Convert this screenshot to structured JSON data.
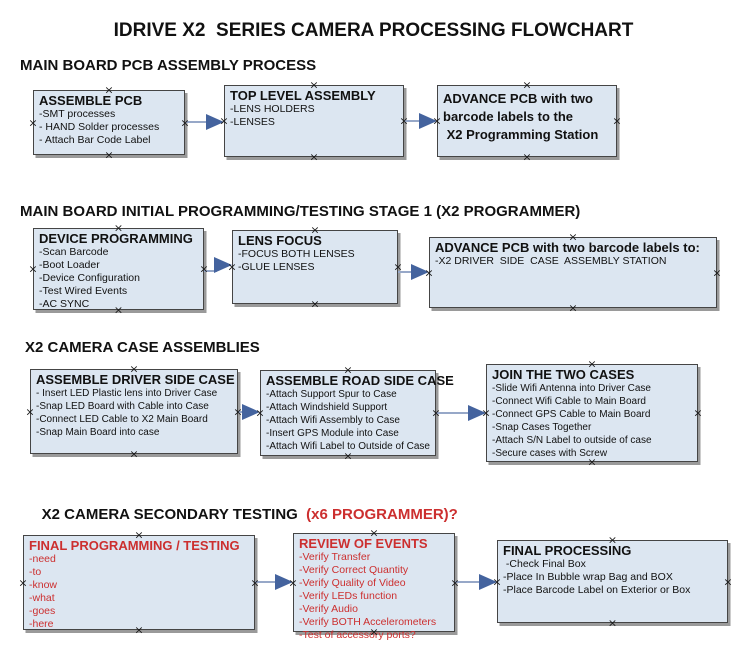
{
  "title": "IDRIVE X2  SERIES CAMERA PROCESSING FLOWCHART",
  "colors": {
    "box_fill": "#dce6f1",
    "box_border": "#454545",
    "box_shadow": "#9a9a9a",
    "red_text": "#cc2f2f",
    "connector_line": "#97a8c8",
    "connector_arrowhead": "#44639e"
  },
  "sections": [
    {
      "heading": "MAIN BOARD PCB ASSEMBLY PROCESS",
      "boxes": [
        {
          "title": "ASSEMBLE PCB",
          "items": [
            "-SMT processes",
            "- HAND Solder processes",
            "- Attach Bar Code Label"
          ]
        },
        {
          "title": "TOP LEVEL ASSEMBLY",
          "items": [
            "-LENS HOLDERS",
            "-LENSES"
          ]
        },
        {
          "title": "ADVANCE PCB with two",
          "items": [
            "barcode labels to the",
            " X2 Programming Station"
          ]
        }
      ]
    },
    {
      "heading": "MAIN BOARD INITIAL PROGRAMMING/TESTING STAGE 1 (X2 PROGRAMMER)",
      "boxes": [
        {
          "title": "DEVICE PROGRAMMING",
          "items": [
            "-Scan Barcode",
            "-Boot Loader",
            "-Device Configuration",
            "-Test Wired Events",
            "-AC SYNC"
          ]
        },
        {
          "title": "LENS FOCUS",
          "items": [
            "-FOCUS BOTH LENSES",
            "-GLUE LENSES"
          ]
        },
        {
          "title": "ADVANCE PCB with two barcode labels to:",
          "items": [
            "-X2 DRIVER  SIDE  CASE  ASSEMBLY STATION"
          ]
        }
      ]
    },
    {
      "heading": "X2 CAMERA CASE ASSEMBLIES",
      "boxes": [
        {
          "title": "ASSEMBLE DRIVER SIDE CASE",
          "items": [
            "- Insert LED Plastic lens into Driver Case",
            "-Snap LED Board with Cable into Case",
            "-Connect LED Cable to X2 Main Board",
            "-Snap Main Board into case"
          ]
        },
        {
          "title": "ASSEMBLE ROAD SIDE CASE",
          "items": [
            "-Attach Support Spur to Case",
            "-Attach Windshield Support",
            "-Attach Wifi Assembly to Case",
            "-Insert GPS Module into Case",
            "-Attach Wifi Label to Outside of Case"
          ]
        },
        {
          "title": "JOIN THE TWO CASES",
          "items": [
            "-Slide Wifi Antenna into Driver Case",
            "-Connect Wifi Cable to Main Board",
            "-Connect GPS Cable to Main Board",
            "-Snap Cases Together",
            "-Attach S/N Label to outside of case",
            "-Secure cases with Screw"
          ]
        }
      ]
    },
    {
      "heading": "X2 CAMERA SECONDARY TESTING  ",
      "heading_suffix": "(x6 PROGRAMMER)?",
      "boxes": [
        {
          "title": "FINAL PROGRAMMING / TESTING",
          "items": [
            "-need",
            "-to",
            "-know",
            "-what",
            "-goes",
            "-here"
          ]
        },
        {
          "title": "REVIEW OF EVENTS",
          "items": [
            "-Verify Transfer",
            "-Verify Correct Quantity",
            "-Verify Quality of Video",
            "-Verify LEDs function",
            "-Verify Audio",
            "-Verify BOTH Accelerometers",
            "-Test of accessory ports?"
          ]
        },
        {
          "title": "FINAL PROCESSING",
          "items": [
            " -Check Final Box",
            "-Place In Bubble wrap Bag and BOX",
            "-Place Barcode Label on Exterior or Box"
          ]
        }
      ]
    }
  ]
}
